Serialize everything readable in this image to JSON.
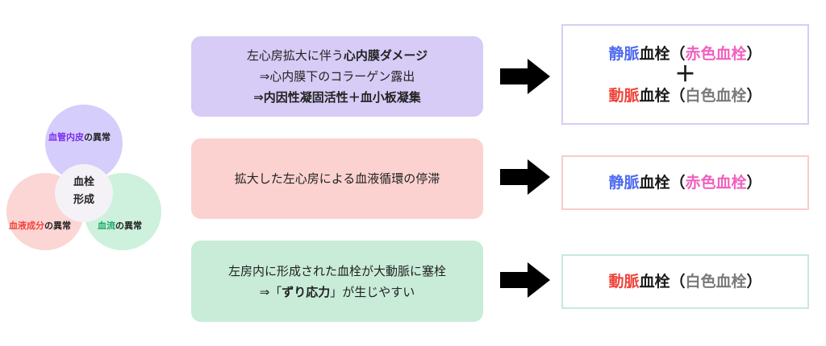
{
  "venn": {
    "endothelium_colored": "血管内皮",
    "endothelium_rest": "の異常",
    "blood_component_colored": "血液成分",
    "blood_component_rest": "の異常",
    "blood_flow_colored": "血流",
    "blood_flow_rest": "の異常",
    "center_line1": "血栓",
    "center_line2": "形成"
  },
  "causes": [
    {
      "line1_plain": "左心房拡大に伴う",
      "line1_bold": "心内膜ダメージ",
      "line2": "⇒心内膜下のコラーゲン露出",
      "line3": "⇒内因性凝固活性＋血小板凝集"
    },
    {
      "line1": "拡大した左心房による血液循環の停滞"
    },
    {
      "line1": "左房内に形成された血栓が大動脈に塞栓",
      "line2_pre": "⇒「",
      "line2_bold": "ずり応力",
      "line2_post": "」が生じやすい"
    }
  ],
  "results": {
    "venous_prefix": "静脈",
    "arterial_prefix": "動脈",
    "thrombus": "血栓",
    "paren_open": "（",
    "paren_close": "）",
    "red_thrombus": "赤色血栓",
    "white_thrombus": "白色血栓",
    "plus": "＋"
  },
  "colors": {
    "venous": "#4f6bf0",
    "arterial": "#f0433a",
    "red_thrombus": "#f25fbf",
    "white_thrombus": "#7a7a7a"
  }
}
